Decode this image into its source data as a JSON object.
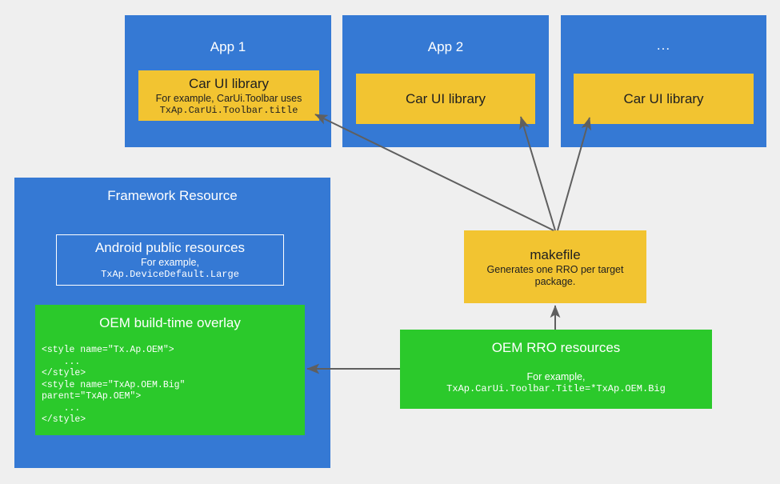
{
  "diagram": {
    "background_color": "#efefef",
    "palette": {
      "blue": "#3579d4",
      "yellow": "#f2c431",
      "green": "#2bc92b",
      "arrow": "#5f5f5f",
      "text_light": "#ffffff",
      "text_dark": "#202020"
    }
  },
  "apps": [
    {
      "title": "App 1",
      "library": {
        "heading": "Car UI library",
        "subtitle": "For example, CarUi.Toolbar uses",
        "code": "TxAp.CarUi.Toolbar.title"
      }
    },
    {
      "title": "App 2",
      "library": {
        "heading": "Car UI library",
        "subtitle": "",
        "code": ""
      }
    },
    {
      "title": "...",
      "library": {
        "heading": "Car UI library",
        "subtitle": "",
        "code": ""
      }
    }
  ],
  "framework": {
    "title": "Framework Resource",
    "android_public_resources": {
      "heading": "Android public resources",
      "subtitle": "For example,",
      "code": "TxAp.DeviceDefault.Large"
    },
    "oem_build_time_overlay": {
      "heading": "OEM build-time overlay",
      "code": "<style name=\"Tx.Ap.OEM\">\n    ...\n</style>\n<style name=\"TxAp.OEM.Big\"\nparent=\"TxAp.OEM\">\n    ...\n</style>"
    }
  },
  "makefile": {
    "heading": "makefile",
    "subtitle": "Generates one RRO per target package."
  },
  "oem_rro_resources": {
    "heading": "OEM RRO resources",
    "subtitle": "For example,",
    "code": "TxAp.CarUi.Toolbar.Title=*TxAp.OEM.Big"
  },
  "arrows": [
    {
      "name": "makefile-to-app1-library",
      "from": "makefile",
      "to": "app1-car-ui-library"
    },
    {
      "name": "makefile-to-app2-library",
      "from": "makefile",
      "to": "app2-car-ui-library"
    },
    {
      "name": "makefile-to-app3-library",
      "from": "makefile",
      "to": "app3-car-ui-library"
    },
    {
      "name": "oem-rro-to-makefile",
      "from": "oem-rro-resources",
      "to": "makefile"
    },
    {
      "name": "oem-rro-to-build-time-overlay",
      "from": "oem-rro-resources",
      "to": "oem-build-time-overlay"
    }
  ]
}
